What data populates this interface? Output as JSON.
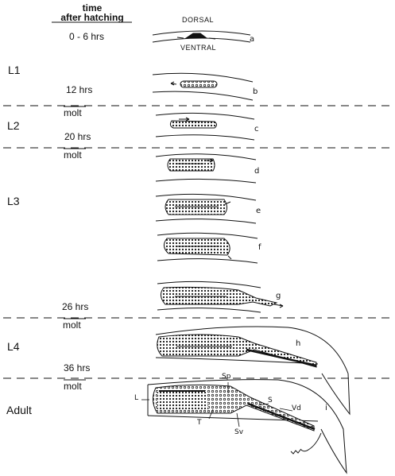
{
  "header": {
    "title_line1": "time",
    "title_line2": "after hatching"
  },
  "orientation": {
    "top": "DORSAL",
    "bottom": "VENTRAL"
  },
  "stages": [
    "L1",
    "L2",
    "L3",
    "L4",
    "Adult"
  ],
  "times": [
    "0 - 6 hrs",
    "12 hrs",
    "20 hrs",
    "26 hrs",
    "36 hrs"
  ],
  "molt_label": "molt",
  "panel_letters": [
    "a",
    "b",
    "c",
    "d",
    "e",
    "f",
    "g",
    "h",
    "i"
  ],
  "structure_labels": {
    "L": "L",
    "Sp": "Sp",
    "S": "S",
    "Vd": "Vd",
    "T": "T",
    "Sv": "Sv"
  },
  "colors": {
    "ink": "#111111",
    "background": "#ffffff"
  }
}
